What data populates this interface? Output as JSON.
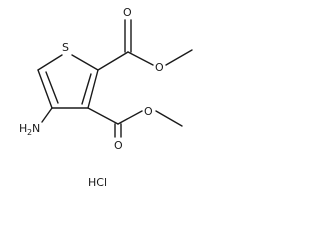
{
  "molecule": {
    "atoms": {
      "sulfur": "S",
      "ester_upper_carbonyl_o": "O",
      "ester_upper_ether_o": "O",
      "ester_lower_carbonyl_o": "O",
      "ester_lower_ether_o": "O",
      "amine_n": "N",
      "amine_h": "H",
      "amine_h_count": "2"
    },
    "salt": "HCl"
  }
}
